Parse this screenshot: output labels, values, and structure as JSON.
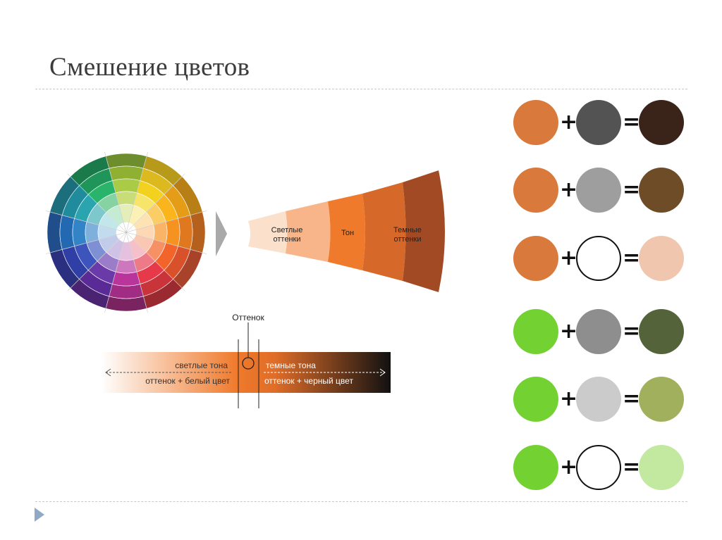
{
  "slide": {
    "title": "Смешение цветов"
  },
  "wedge": {
    "light_label_1": "Светлые",
    "light_label_2": "оттенки",
    "tone_label": "Тон",
    "dark_label_1": "Темные",
    "dark_label_2": "оттенки"
  },
  "gradient_bar": {
    "hue_label": "Оттенок",
    "light_label": "светлые тона",
    "light_formula": "оттенок + белый цвет",
    "dark_label": "темные тона",
    "dark_formula": "оттенок + черный цвет"
  },
  "mixes": [
    {
      "a": "#d97a3c",
      "b": "#535353",
      "result": "#3a2419",
      "b_outline": false
    },
    {
      "a": "#d97a3c",
      "b": "#9e9e9e",
      "result": "#6e4c27",
      "b_outline": false
    },
    {
      "a": "#d97a3c",
      "b": "#ffffff",
      "result": "#f0c6ae",
      "b_outline": true
    },
    {
      "a": "#74d132",
      "b": "#8e8e8e",
      "result": "#55633b",
      "b_outline": false
    },
    {
      "a": "#74d132",
      "b": "#cbcbcb",
      "result": "#a0b05c",
      "b_outline": false
    },
    {
      "a": "#74d132",
      "b": "#ffffff",
      "result": "#c3e8a0",
      "b_outline": true
    }
  ],
  "operators": {
    "plus": "+",
    "equals": "="
  }
}
